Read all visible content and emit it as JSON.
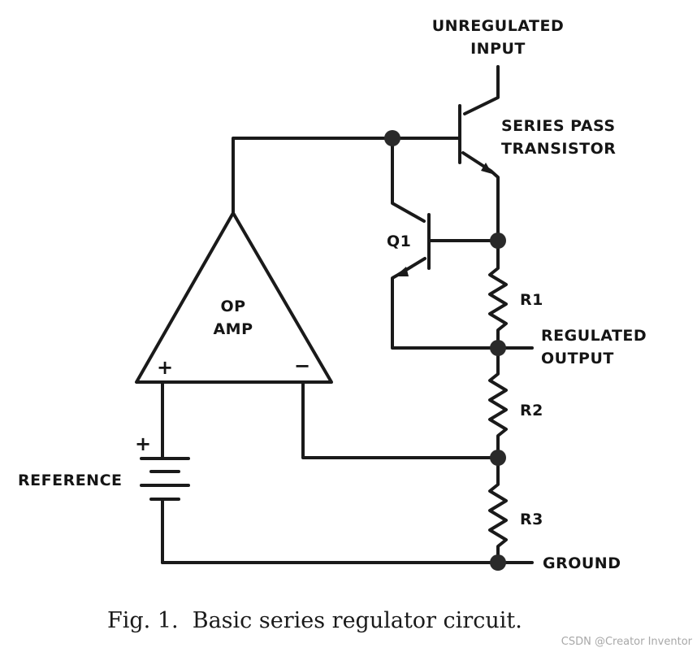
{
  "labels": {
    "unregulated_input_line1": "UNREGULATED",
    "unregulated_input_line2": "INPUT",
    "series_pass_line1": "SERIES PASS",
    "series_pass_line2": "TRANSISTOR",
    "q1": "Q1",
    "op_amp_line1": "OP",
    "op_amp_line2": "AMP",
    "op_plus": "+",
    "op_minus": "−",
    "ref_plus": "+",
    "reference": "REFERENCE",
    "r1": "R1",
    "r2": "R2",
    "r3": "R3",
    "regulated_output_line1": "REGULATED",
    "regulated_output_line2": "OUTPUT",
    "ground": "GROUND"
  },
  "caption": "Fig. 1.  Basic series regulator circuit.",
  "watermark": "CSDN @Creator Inventor"
}
